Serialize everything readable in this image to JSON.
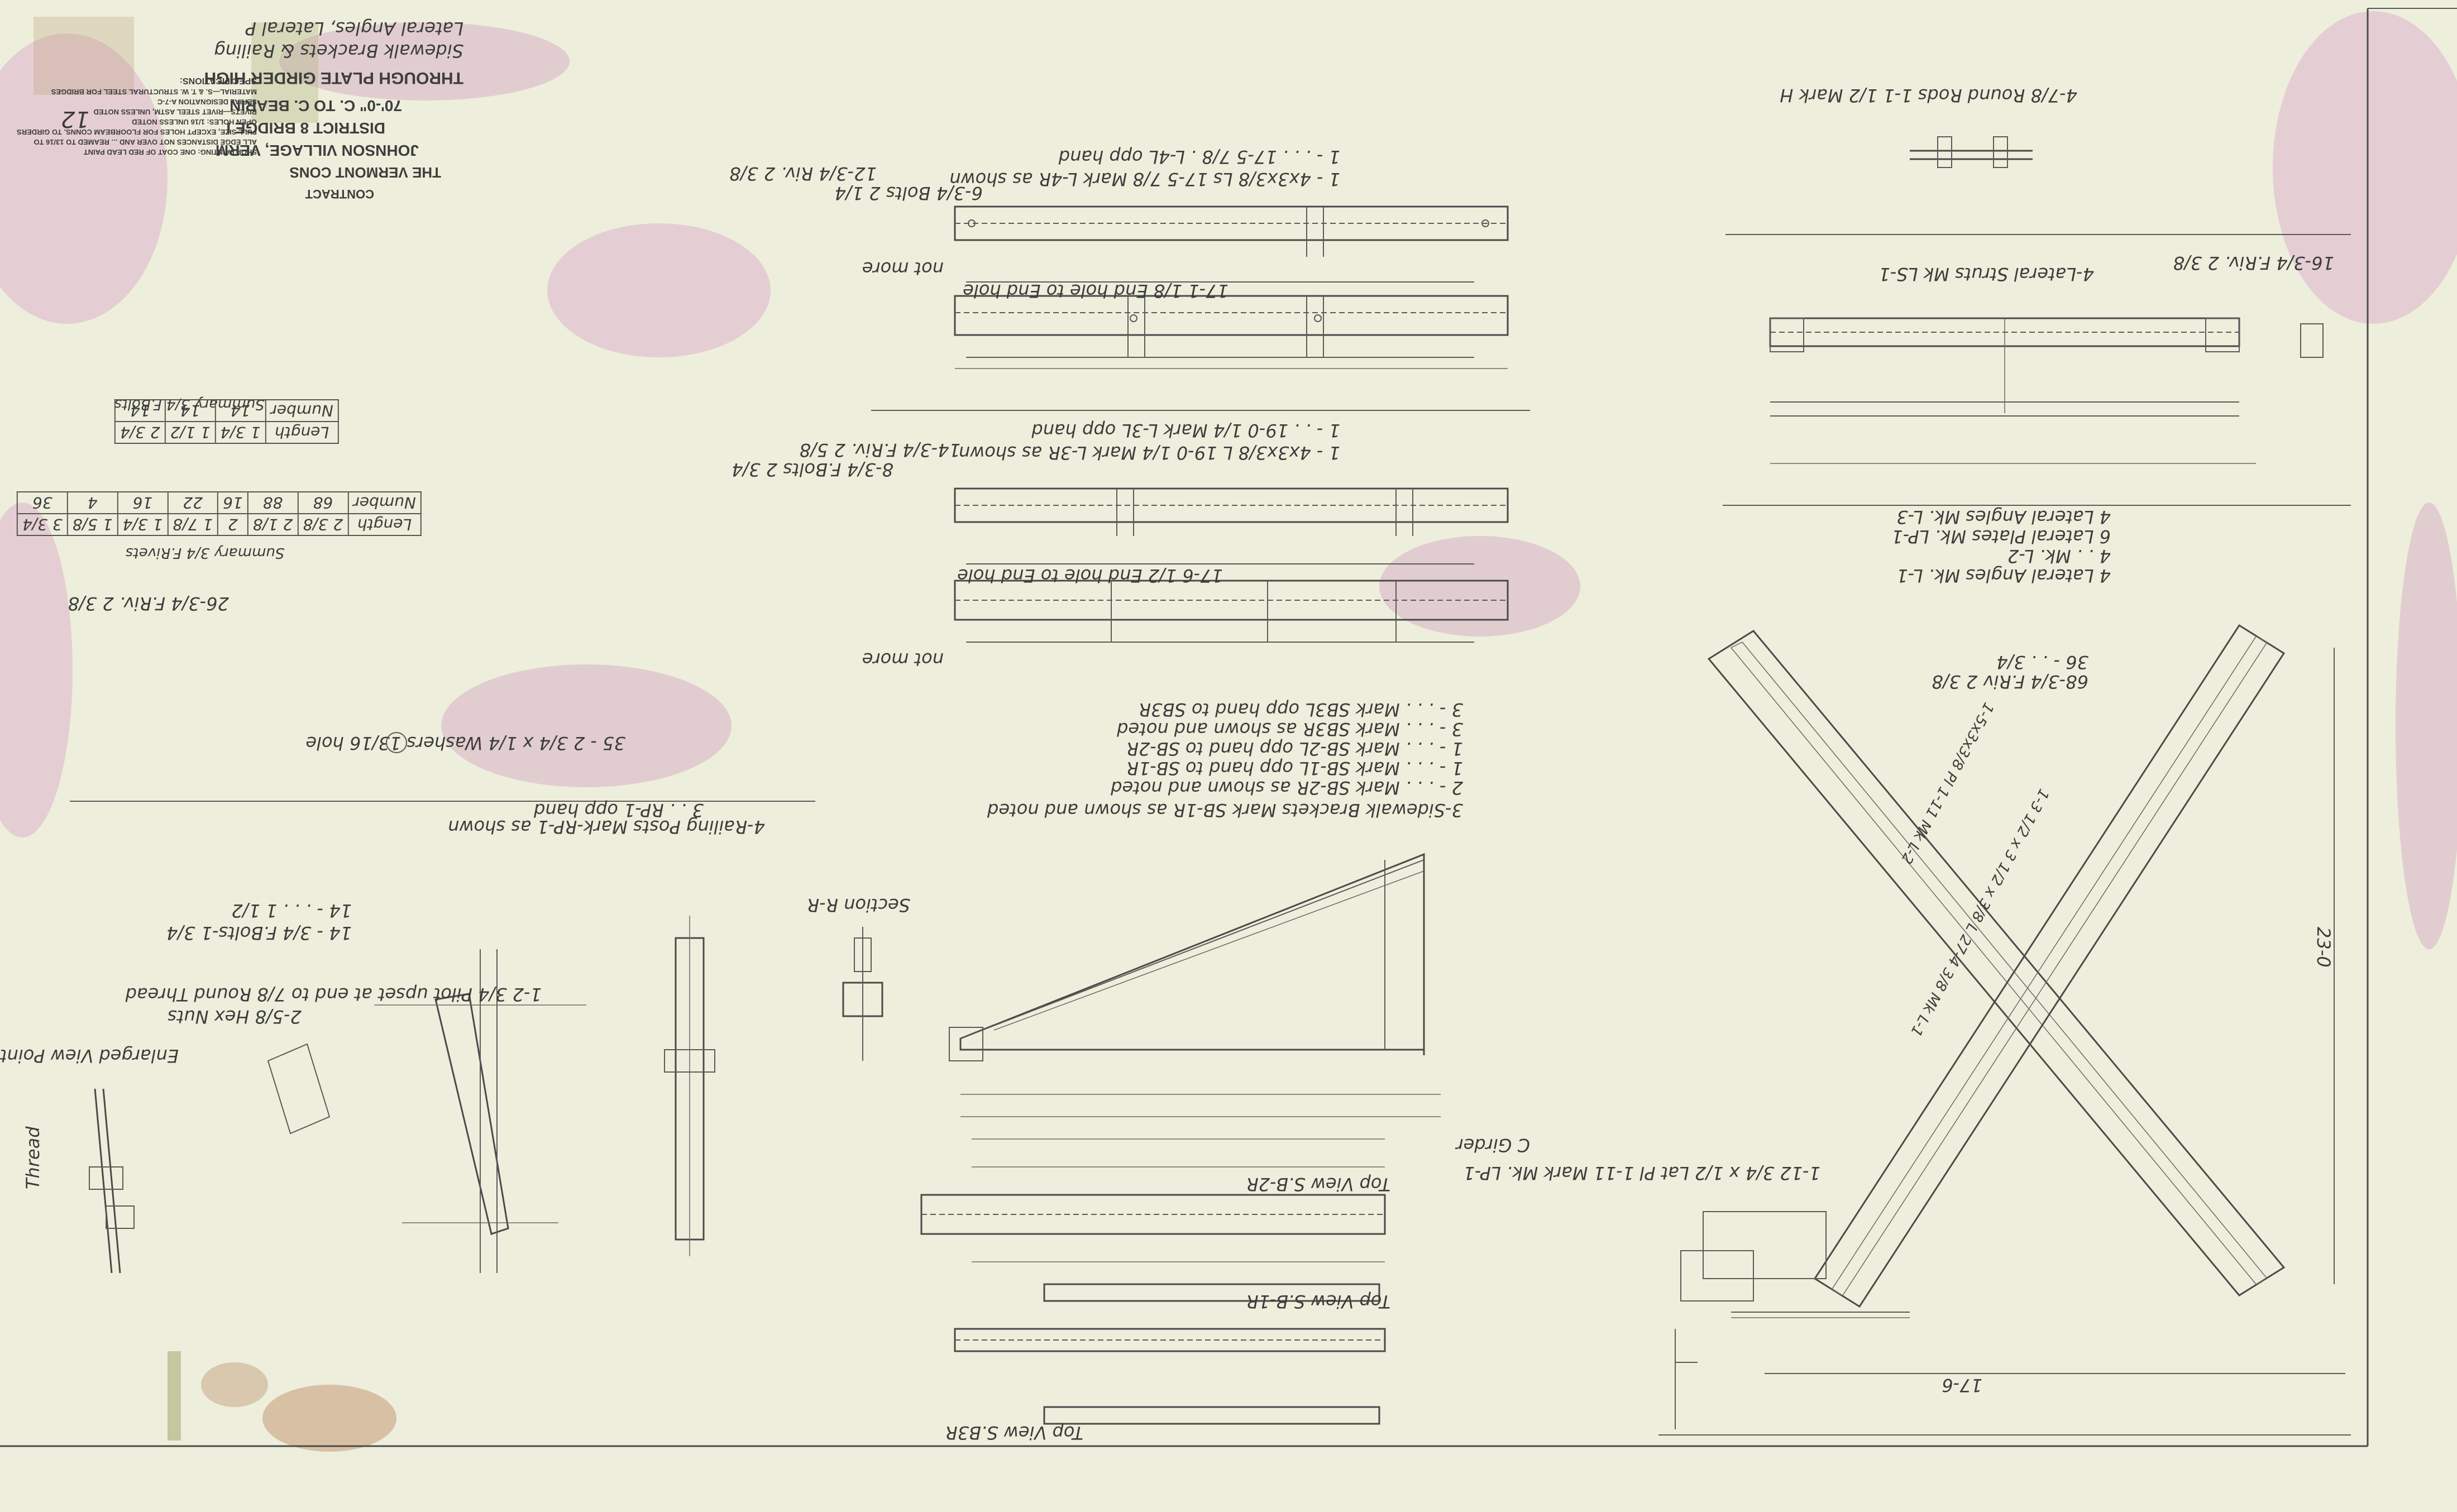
{
  "title_block": {
    "lines": [
      "THROUGH PLATE GIRDER HIGH",
      "70'-0\" C. TO C. BEARIN",
      "DISTRICT 8     BRIDGE I",
      "JOHNSON VILLAGE, VERM",
      "THE VERMONT CONS",
      "Lateral Angles, Lateral P",
      "Sidewalk Brackets & Railing"
    ],
    "spec_heading": "SPECIFICATIONS:",
    "spec_lines": [
      "MATERIAL—S. & T. W. STRUCTURAL STEEL FOR BRIDGES",
      "SERIAL DESIGNATION A-7-C",
      "RIVETS—RIVET STEEL ASTM, UNLESS NOTED",
      "OPEN HOLES: 1/16 UNLESS NOTED",
      "FULL SIZE, EXCEPT HOLES FOR FLOORBEAM CONNS. TO GIRDERS",
      "ALL EDGE DISTANCES NOT OVER AND ... REAMED TO 13/16 TO",
      "SHOP PAINTING: ONE COAT OF RED LEAD PAINT"
    ],
    "contract_label": "CONTRACT",
    "stamp_label": "12"
  },
  "tables": {
    "rivets": {
      "title": "Summary 3/4 F.Rivets",
      "headers": [
        "Length",
        "Number"
      ],
      "rows": [
        [
          "2 3/8",
          "68"
        ],
        [
          "2 1/8",
          "88"
        ],
        [
          "2",
          "16"
        ],
        [
          "1 7/8",
          "22"
        ],
        [
          "1 3/4",
          "16"
        ],
        [
          "1 5/8",
          "4"
        ],
        [
          "3 3/4",
          "36"
        ]
      ]
    },
    "bolts": {
      "title": "Summary 3/4 F.Bolts",
      "headers": [
        "Length",
        "Number"
      ],
      "rows": [
        [
          "1 3/4",
          "14"
        ],
        [
          "1 1/2",
          "14"
        ],
        [
          "2 3/4",
          "14"
        ]
      ]
    },
    "rivet_note": "26-3/4 F.Riv. 2 3/8"
  },
  "notes": {
    "washers": "35 - 2 3/4 x 1/4 Washers 13/16 hole",
    "railing_posts": "4-Railing Posts Mark-RP-1 as shown",
    "railing_posts_opp": "3 . . RP-1 opp hand",
    "bolts_14": "14 - 3/4 F.Bolts-1 3/4",
    "bolts_14b": "14 - . . . 1 1/2",
    "enlarged_view": "Enlarged View Point 'A'",
    "hex_nuts": "2-5/8 Hex Nuts",
    "pilot": "1-2 3/4 Pilot upset at end to 7/8 Round Thread",
    "thread": "Thread",
    "sidewalk_brackets": "3-Sidewalk Brackets Mark SB-1R as shown and noted",
    "sb_2": "2 - . . . Mark SB-2R as shown and noted",
    "sb_3": "1 - . . . Mark SB-1L opp hand to SB-1R",
    "sb_4": "1 - . . . Mark SB-2L opp hand to SB-2R",
    "sb_5": "3 - . . . Mark SB3R as shown and noted",
    "sb_6": "3 - . . . Mark SB3L opp hand to SB3R",
    "section_rr": "Section R-R",
    "top_view_sb2r": "Top View S.B-2R",
    "top_view_sb1r": "Top View S.B-1R",
    "top_view_sb3r": "Top View S.B3R",
    "girder_cl": "C Girder",
    "l4_lines": [
      "1 - 4x3x3/8 Ls 17-5 7/8 Mark L-4R as shown",
      "1 - . . . 17-5 7/8 . L-4L opp hand"
    ],
    "l4_bolts": "6-3/4 Bolts 2 1/4",
    "l4_riv": "12-3/4 Riv. 2 3/8",
    "l3_lines": [
      "1 - 4x3x3/8 L 19-0 1/4 Mark L-3R as shown",
      "1 - . . 19-0 1/4 Mark L-3L opp hand"
    ],
    "l3_bolts": "8-3/4 F.Bolts 2 3/4",
    "l3_riv": "14-3/4 F.Riv. 2 5/8",
    "end_hole_1": "17-1 1/8 End hole to End hole",
    "end_hole_2": "17-6 1/2 End hole to End hole",
    "not_more": "not more",
    "round_rods": "4-7/8 Round Rods 1-1 1/2 Mark H",
    "lateral_struts": "4-Lateral Struts Mk LS-1",
    "struts_riv": "16-3/4 F.Riv. 2 3/8",
    "lateral_list": [
      "4 Lateral Angles Mk. L-1",
      "4 . . Mk. L-2",
      "6 Lateral Plates Mk. LP-1",
      "4 Lateral Angles Mk. L-3"
    ],
    "x_riv": "68-3/4 F.Riv 2 3/8",
    "x_riv2": "36 - . . 3/4",
    "lp1": "1-12 3/4 x 1/2 Lat Pl 1-11 Mark Mk. LP-1",
    "l1": "1-3 1/2 x 3 1/2 x 3/8 L 27-4 3/8 Mk L-1",
    "l2": "1-5x3x3/8 Pl 1-11 Mk L-2",
    "span_dim": "17-6",
    "height_dim": "23-0"
  }
}
